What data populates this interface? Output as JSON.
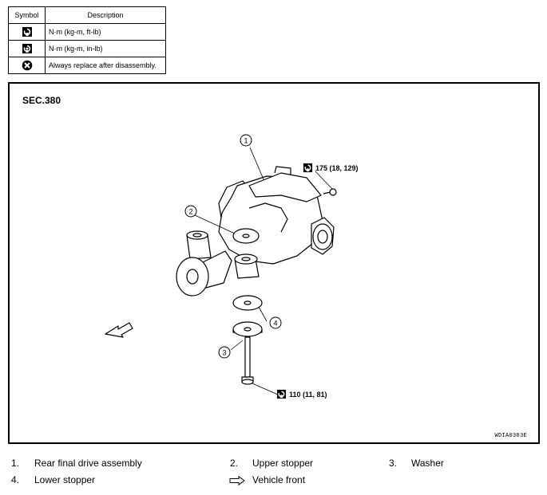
{
  "symbol_table": {
    "headers": {
      "symbol": "Symbol",
      "description": "Description"
    },
    "rows": [
      {
        "icon": "torque-wrench-ftlb-icon",
        "description": "N·m (kg-m, ft-lb)"
      },
      {
        "icon": "torque-wrench-inlb-icon",
        "description": "N·m (kg-m, in-lb)"
      },
      {
        "icon": "replace-x-icon",
        "description": "Always replace after disassembly."
      }
    ]
  },
  "diagram": {
    "section": "SEC.380",
    "callouts": [
      "1",
      "2",
      "3",
      "4"
    ],
    "torques": [
      {
        "value": "175 (18, 129)"
      },
      {
        "value": "110 (11, 81)"
      }
    ],
    "code": "WDIA0383E"
  },
  "legend": [
    {
      "num": "1.",
      "label": "Rear final drive assembly"
    },
    {
      "num": "2.",
      "label": "Upper stopper"
    },
    {
      "num": "3.",
      "label": "Washer"
    },
    {
      "num": "4.",
      "label": "Lower stopper"
    },
    {
      "num": "",
      "label": "Vehicle front"
    }
  ]
}
